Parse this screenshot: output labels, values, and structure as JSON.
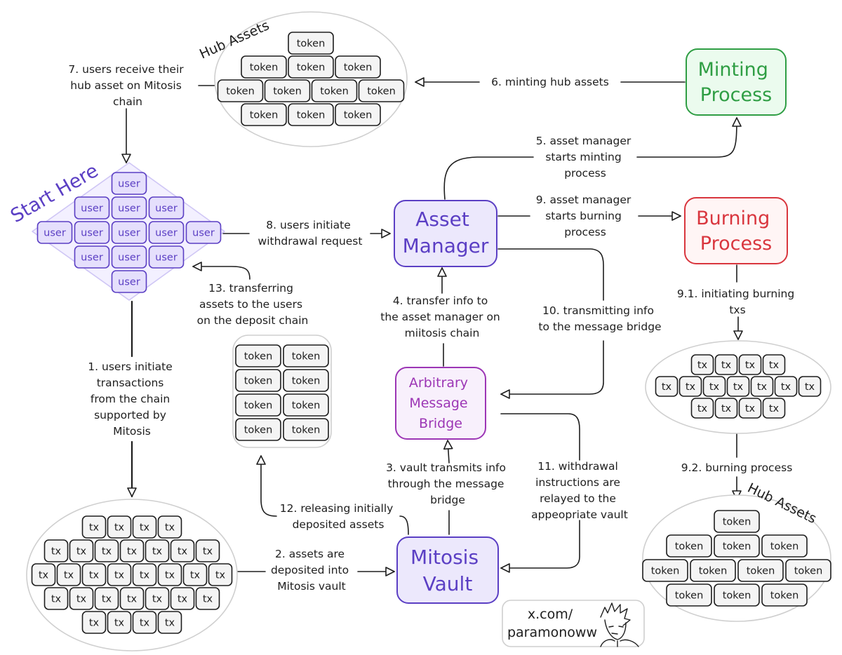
{
  "nodes": {
    "start_here": "Start Here",
    "asset_manager": [
      "Asset",
      "Manager"
    ],
    "minting_process": [
      "Minting",
      "Process"
    ],
    "burning_process": [
      "Burning",
      "Process"
    ],
    "arbitrary_message_bridge": [
      "Arbitrary",
      "Message",
      "Bridge"
    ],
    "mitosis_vault": [
      "Mitosis",
      "Vault"
    ],
    "hub_assets_top": "Hub Assets",
    "hub_assets_bottom": "Hub Assets"
  },
  "cells": {
    "token": "token",
    "user": "user",
    "tx": "tx"
  },
  "steps": {
    "s1": [
      "1. users initiate",
      "transactions",
      "from the chain",
      "supported by",
      "Mitosis"
    ],
    "s2": [
      "2. assets are",
      "deposited into",
      "Mitosis vault"
    ],
    "s3": [
      "3. vault transmits info",
      "through the message",
      "bridge"
    ],
    "s4": [
      "4. transfer info to",
      "the asset manager on",
      "miitosis chain"
    ],
    "s5": [
      "5. asset manager",
      "starts minting",
      "process"
    ],
    "s6": [
      "6. minting hub assets"
    ],
    "s7": [
      "7. users receive their",
      "hub asset on Mitosis",
      "chain"
    ],
    "s8": [
      "8. users initiate",
      "withdrawal request"
    ],
    "s9": [
      "9. asset manager",
      "starts burning",
      "process"
    ],
    "s9_1": [
      "9.1. initiating burning",
      "txs"
    ],
    "s9_2": [
      "9.2. burning process"
    ],
    "s10": [
      "10. transmitting info",
      "to the message bridge"
    ],
    "s11": [
      "11. withdrawal",
      "instructions are",
      "relayed to the",
      "appeopriate vault"
    ],
    "s12": [
      "12. releasing initially",
      "deposited assets"
    ],
    "s13": [
      "13. transferring",
      "assets to the users",
      "on the deposit chain"
    ]
  },
  "credit": [
    "x.com/",
    "paramonoww"
  ],
  "colors": {
    "ink": "#1e1e1e",
    "purple": "#5b3fc4",
    "purple_fill": "#ece8fc",
    "green": "#2f9e44",
    "green_fill": "#ebfbee",
    "red": "#d9363e",
    "red_fill": "#fff5f5",
    "magenta": "#9c36b5",
    "magenta_fill": "#f8f0fc",
    "ellipse_stroke": "#cfcfcf",
    "cell_fill": "#f4f4f4"
  }
}
